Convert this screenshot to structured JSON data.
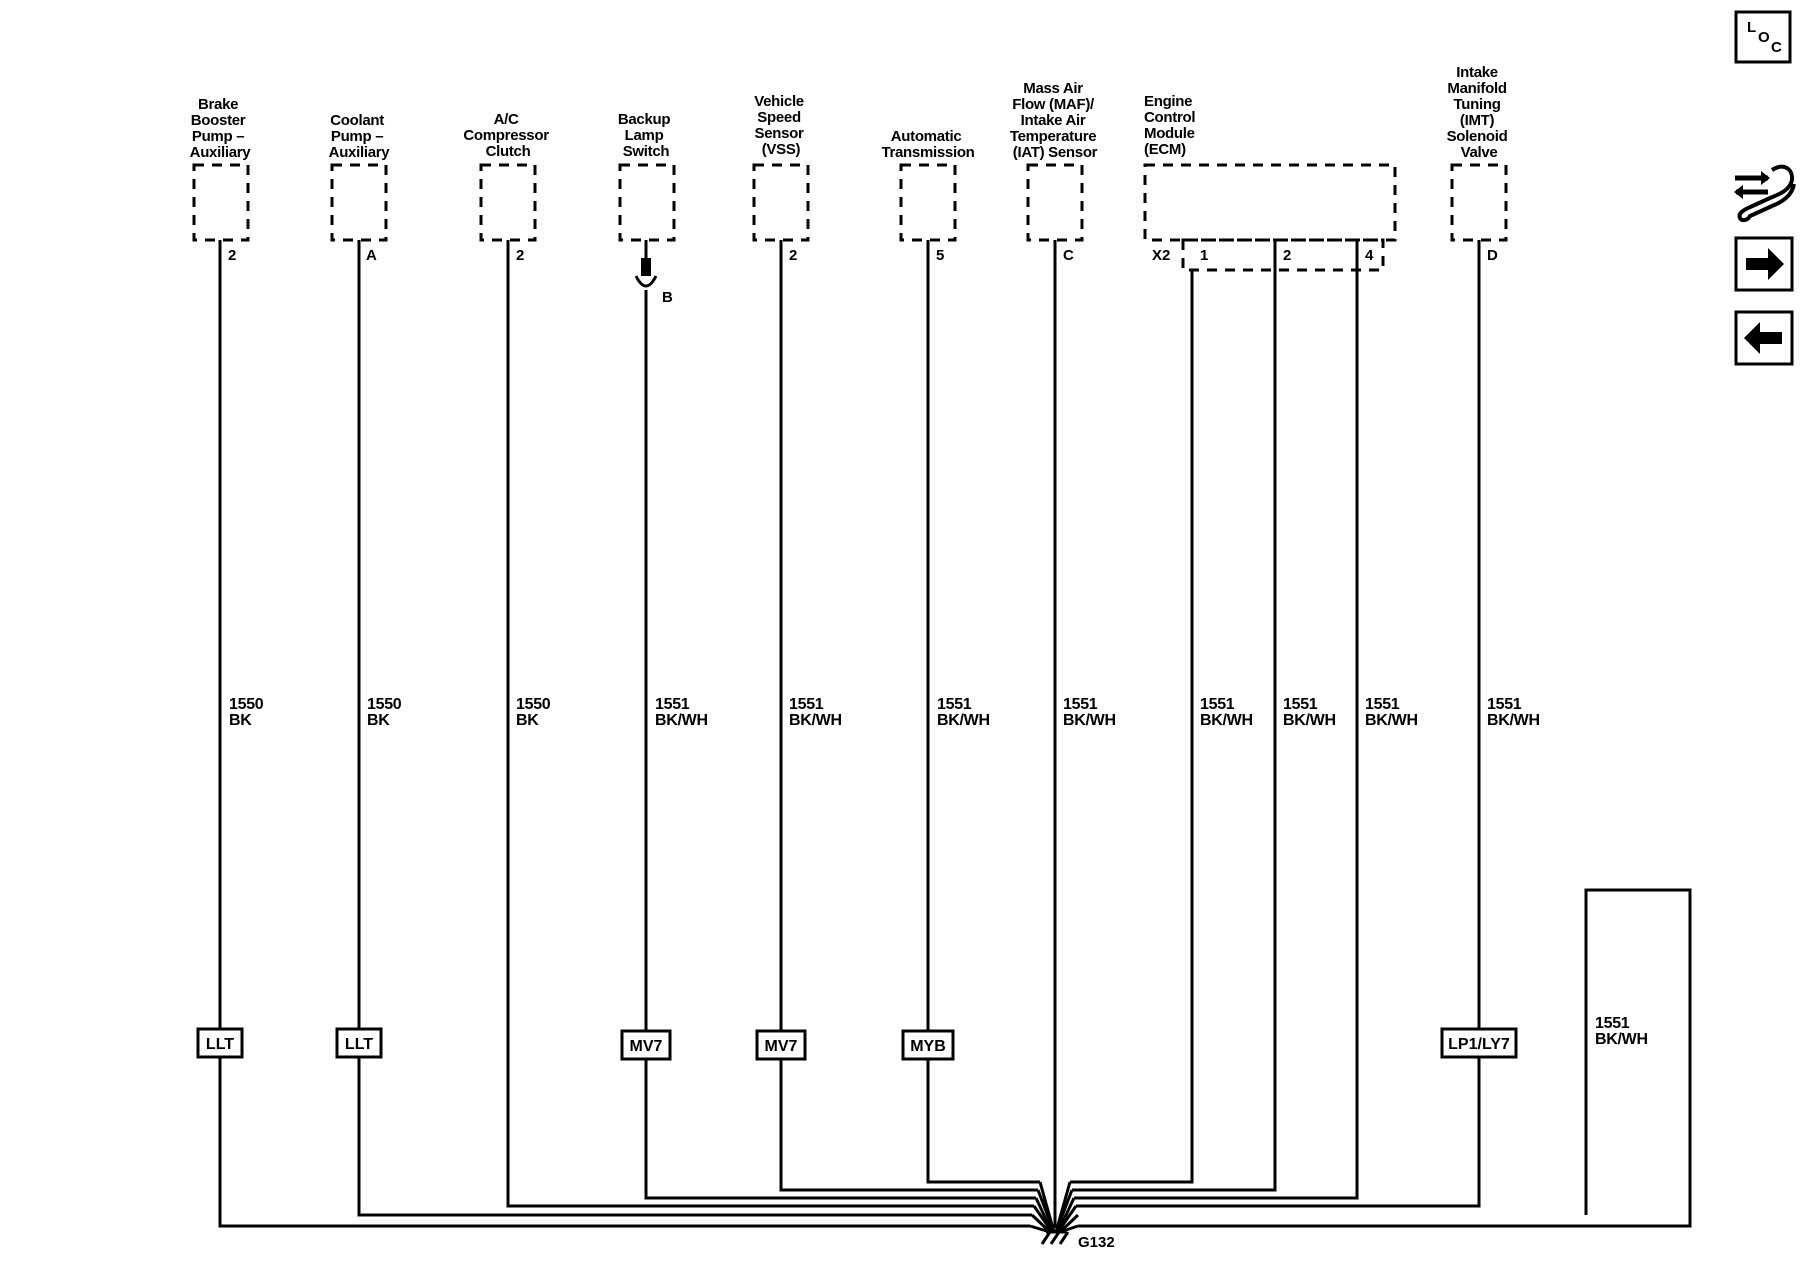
{
  "components": [
    {
      "id": "brake-booster",
      "label": [
        "Brake",
        "Booster",
        "Pump –",
        "Auxiliary"
      ],
      "pin": "2",
      "wire": [
        "1550",
        "BK"
      ],
      "option": "LLT"
    },
    {
      "id": "coolant-pump",
      "label": [
        "Coolant",
        "Pump –",
        "Auxiliary"
      ],
      "pin": "A",
      "wire": [
        "1550",
        "BK"
      ],
      "option": "LLT"
    },
    {
      "id": "ac-compressor",
      "label": [
        "A/C",
        "Compressor",
        "Clutch"
      ],
      "pin": "2",
      "wire": [
        "1550",
        "BK"
      ],
      "option": ""
    },
    {
      "id": "backup-lamp",
      "label": [
        "Backup",
        "Lamp",
        "Switch"
      ],
      "pin": "",
      "inline_pin": "B",
      "wire": [
        "1551",
        "BK/WH"
      ],
      "option": "MV7"
    },
    {
      "id": "vss",
      "label": [
        "Vehicle",
        "Speed",
        "Sensor",
        "(VSS)"
      ],
      "pin": "2",
      "wire": [
        "1551",
        "BK/WH"
      ],
      "option": "MV7"
    },
    {
      "id": "auto-trans",
      "label": [
        "Automatic",
        "Transmission"
      ],
      "pin": "5",
      "wire": [
        "1551",
        "BK/WH"
      ],
      "option": "MYB"
    },
    {
      "id": "maf-iat",
      "label": [
        "Mass Air",
        "Flow (MAF)/",
        "Intake Air",
        "Temperature",
        "(IAT) Sensor"
      ],
      "pin": "C",
      "wire": [
        "1551",
        "BK/WH"
      ],
      "option": ""
    },
    {
      "id": "imt",
      "label": [
        "Intake",
        "Manifold",
        "Tuning",
        "(IMT)",
        "Solenoid",
        "Valve"
      ],
      "pin": "D",
      "wire": [
        "1551",
        "BK/WH"
      ],
      "option": "LP1/LY7"
    }
  ],
  "ecm": {
    "label": [
      "Engine",
      "Control",
      "Module",
      "(ECM)"
    ],
    "connector": "X2",
    "pins": [
      "1",
      "2",
      "4"
    ],
    "wire": [
      "1551",
      "BK/WH"
    ]
  },
  "offpage": {
    "wire": [
      "1551",
      "BK/WH"
    ]
  },
  "ground": {
    "label": "G132"
  },
  "nav": {
    "loc": [
      "L",
      "O",
      "C"
    ],
    "icons": [
      "wrench-icon",
      "arrow-right-icon",
      "arrow-left-icon"
    ]
  }
}
